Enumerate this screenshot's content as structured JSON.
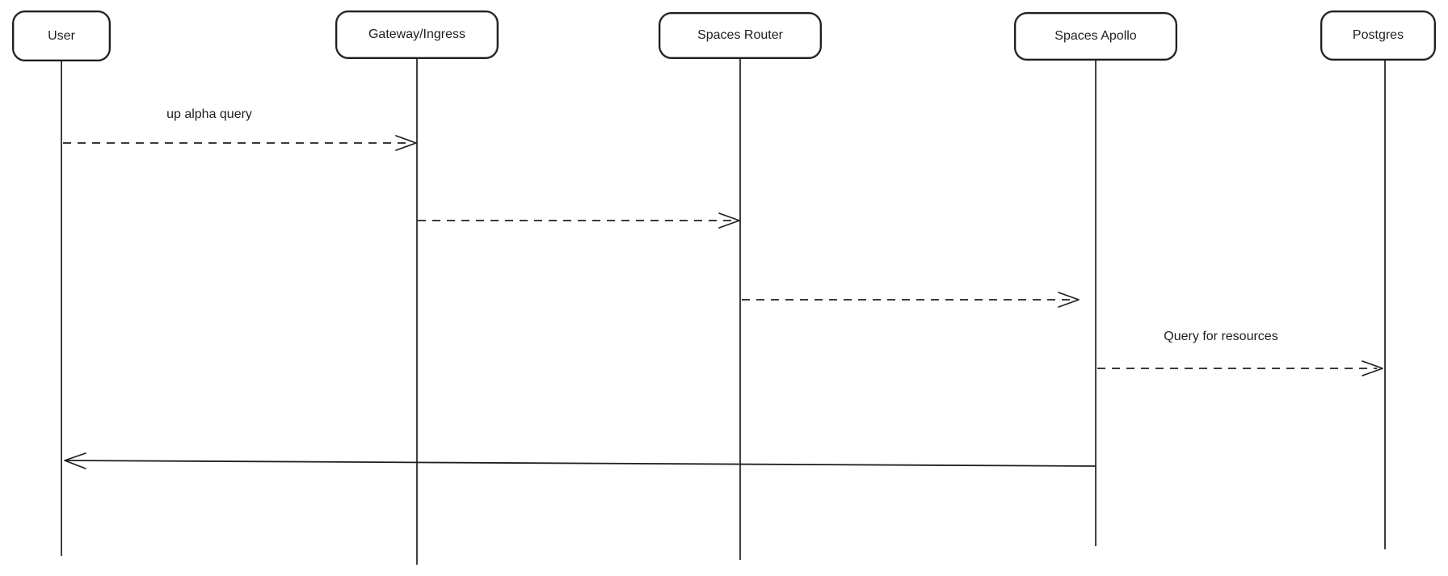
{
  "diagram": {
    "kind": "sequence-diagram",
    "background_color": "#ffffff",
    "stroke_color": "#1e1e1e",
    "actors": [
      {
        "id": "user",
        "name": "User"
      },
      {
        "id": "gateway-ingress",
        "name": "Gateway/Ingress"
      },
      {
        "id": "spaces-router",
        "name": "Spaces Router"
      },
      {
        "id": "spaces-apollo",
        "name": "Spaces Apollo"
      },
      {
        "id": "postgres",
        "name": "Postgres"
      }
    ],
    "messages": [
      {
        "from": "User",
        "to": "Gateway/Ingress",
        "label": "up alpha query",
        "line": "dashed",
        "arrowhead": "open"
      },
      {
        "from": "Gateway/Ingress",
        "to": "Spaces Router",
        "label": "",
        "line": "dashed",
        "arrowhead": "open"
      },
      {
        "from": "Spaces Router",
        "to": "Spaces Apollo",
        "label": "",
        "line": "dashed",
        "arrowhead": "open"
      },
      {
        "from": "Spaces Apollo",
        "to": "Postgres",
        "label": "Query for resources",
        "line": "dashed",
        "arrowhead": "open"
      },
      {
        "from": "Spaces Apollo",
        "to": "User",
        "label": "",
        "line": "solid",
        "arrowhead": "open"
      }
    ]
  }
}
